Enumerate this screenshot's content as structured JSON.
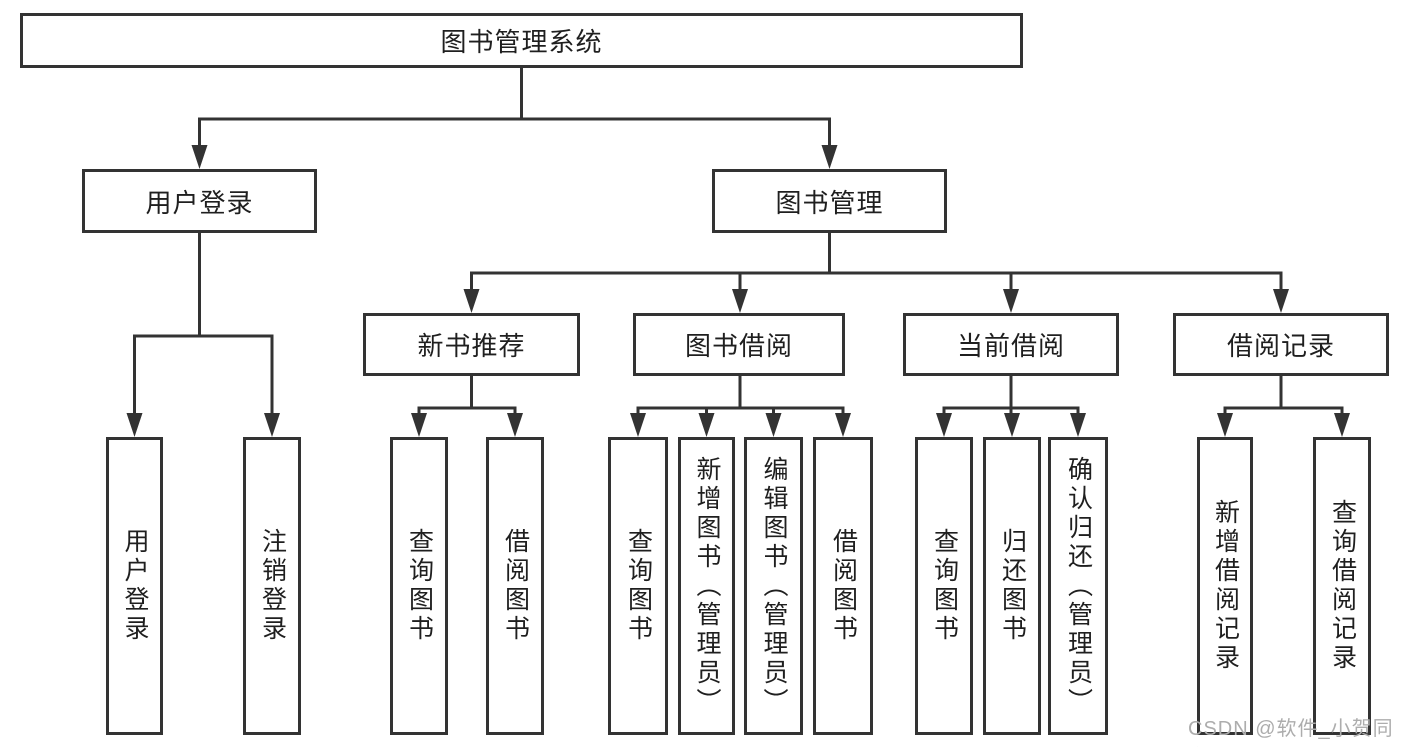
{
  "watermark": "CSDN @软件_小贺同学",
  "colors": {
    "line": "#333333",
    "box_border": "#333333",
    "text": "#1f1f1f",
    "background": "#ffffff",
    "watermark_text": "#adadad"
  },
  "tree": {
    "root": {
      "label": "图书管理系统"
    },
    "branches": [
      {
        "label": "用户登录",
        "children": [
          {
            "label": "用户登录"
          },
          {
            "label": "注销登录"
          }
        ]
      },
      {
        "label": "图书管理",
        "children": [
          {
            "label": "新书推荐",
            "children": [
              {
                "label": "查询图书"
              },
              {
                "label": "借阅图书"
              }
            ]
          },
          {
            "label": "图书借阅",
            "children": [
              {
                "label": "查询图书"
              },
              {
                "label": "新增图书（管理员）"
              },
              {
                "label": "编辑图书（管理员）"
              },
              {
                "label": "借阅图书"
              }
            ]
          },
          {
            "label": "当前借阅",
            "children": [
              {
                "label": "查询图书"
              },
              {
                "label": "归还图书"
              },
              {
                "label": "确认归还（管理员）"
              }
            ]
          },
          {
            "label": "借阅记录",
            "children": [
              {
                "label": "新增借阅记录"
              },
              {
                "label": "查询借阅记录"
              }
            ]
          }
        ]
      }
    ]
  }
}
